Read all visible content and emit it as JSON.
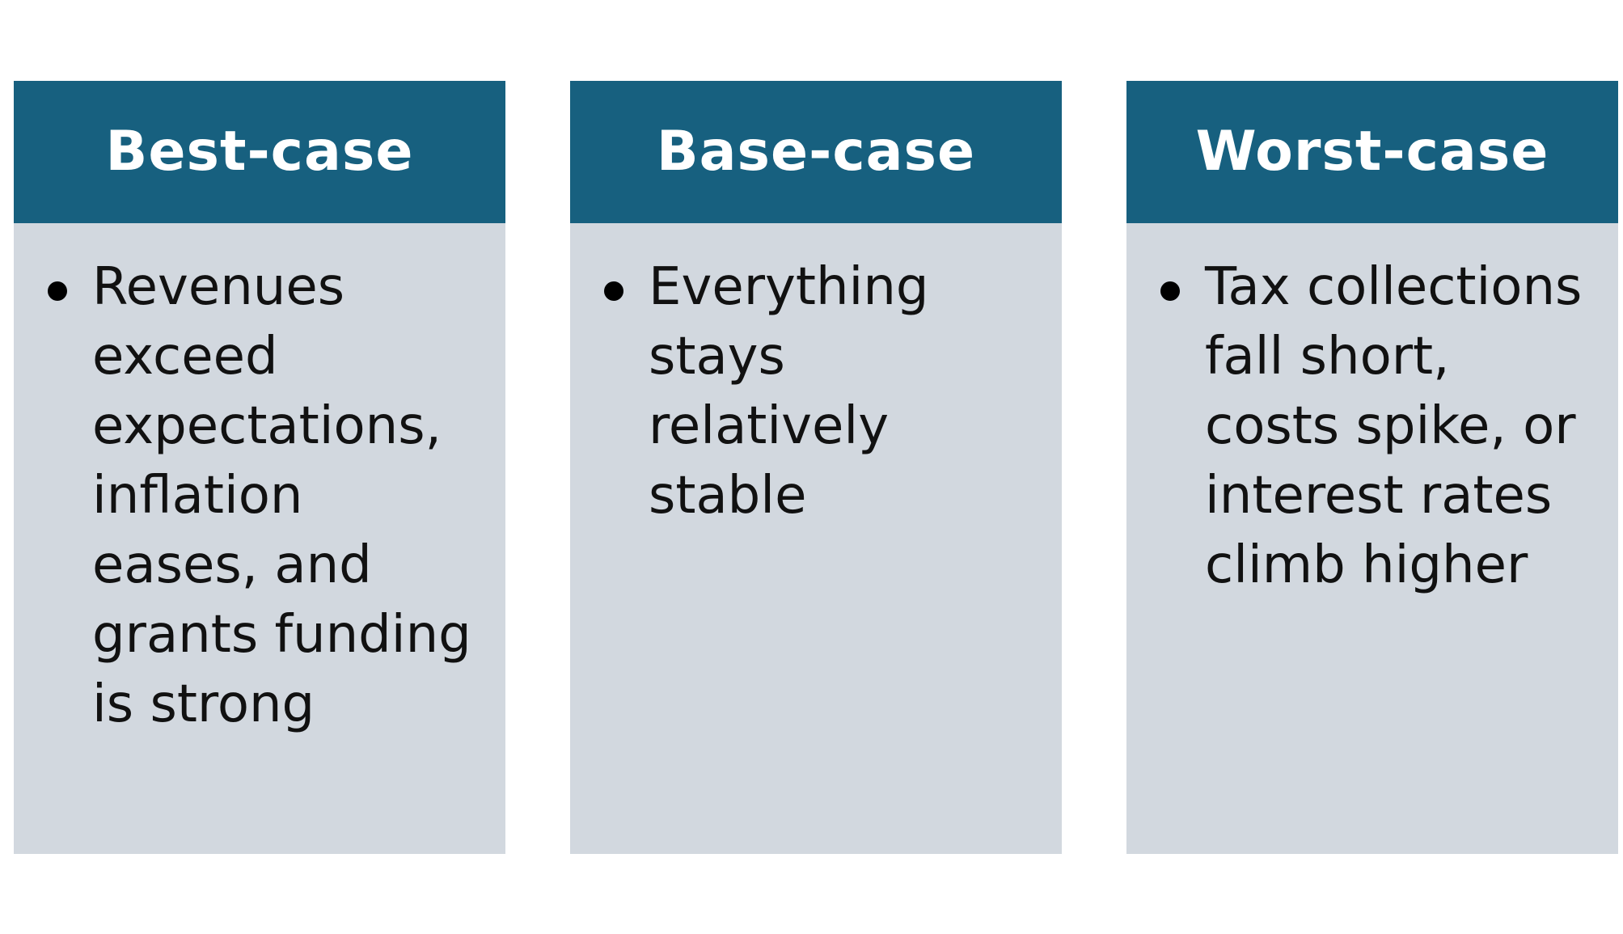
{
  "colors": {
    "header_bg": "#17607f",
    "card_bg": "#d2d8df",
    "header_text": "#ffffff",
    "body_text": "#111111"
  },
  "cards": [
    {
      "title": "Best-case",
      "bullet": "Revenues exceed expectations, inflation eases, and grants funding is strong"
    },
    {
      "title": "Base-case",
      "bullet": "Everything stays relatively stable"
    },
    {
      "title": "Worst-case",
      "bullet": "Tax collections fall short, costs spike, or interest rates climb higher"
    }
  ]
}
